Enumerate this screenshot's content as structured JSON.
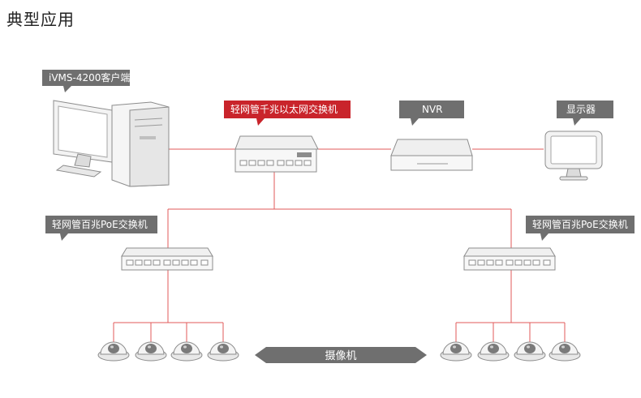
{
  "header": {
    "title": "典型应用"
  },
  "nodes": {
    "client": {
      "label": "iVMS-4200客户端"
    },
    "core_switch": {
      "label": "轻网管千兆以太网交换机"
    },
    "nvr": {
      "label": "NVR"
    },
    "monitor": {
      "label": "显示器"
    },
    "poe_switch_left": {
      "label": "轻网管百兆PoE交换机"
    },
    "poe_switch_right": {
      "label": "轻网管百兆PoE交换机"
    },
    "cameras": {
      "label": "摄像机"
    }
  },
  "colors": {
    "link": "#e05a5a",
    "callout_gray": "#6f6f6f",
    "callout_red": "#c9242b",
    "device_fill": "#f2f2f2",
    "device_stroke": "#8c8c8c"
  }
}
